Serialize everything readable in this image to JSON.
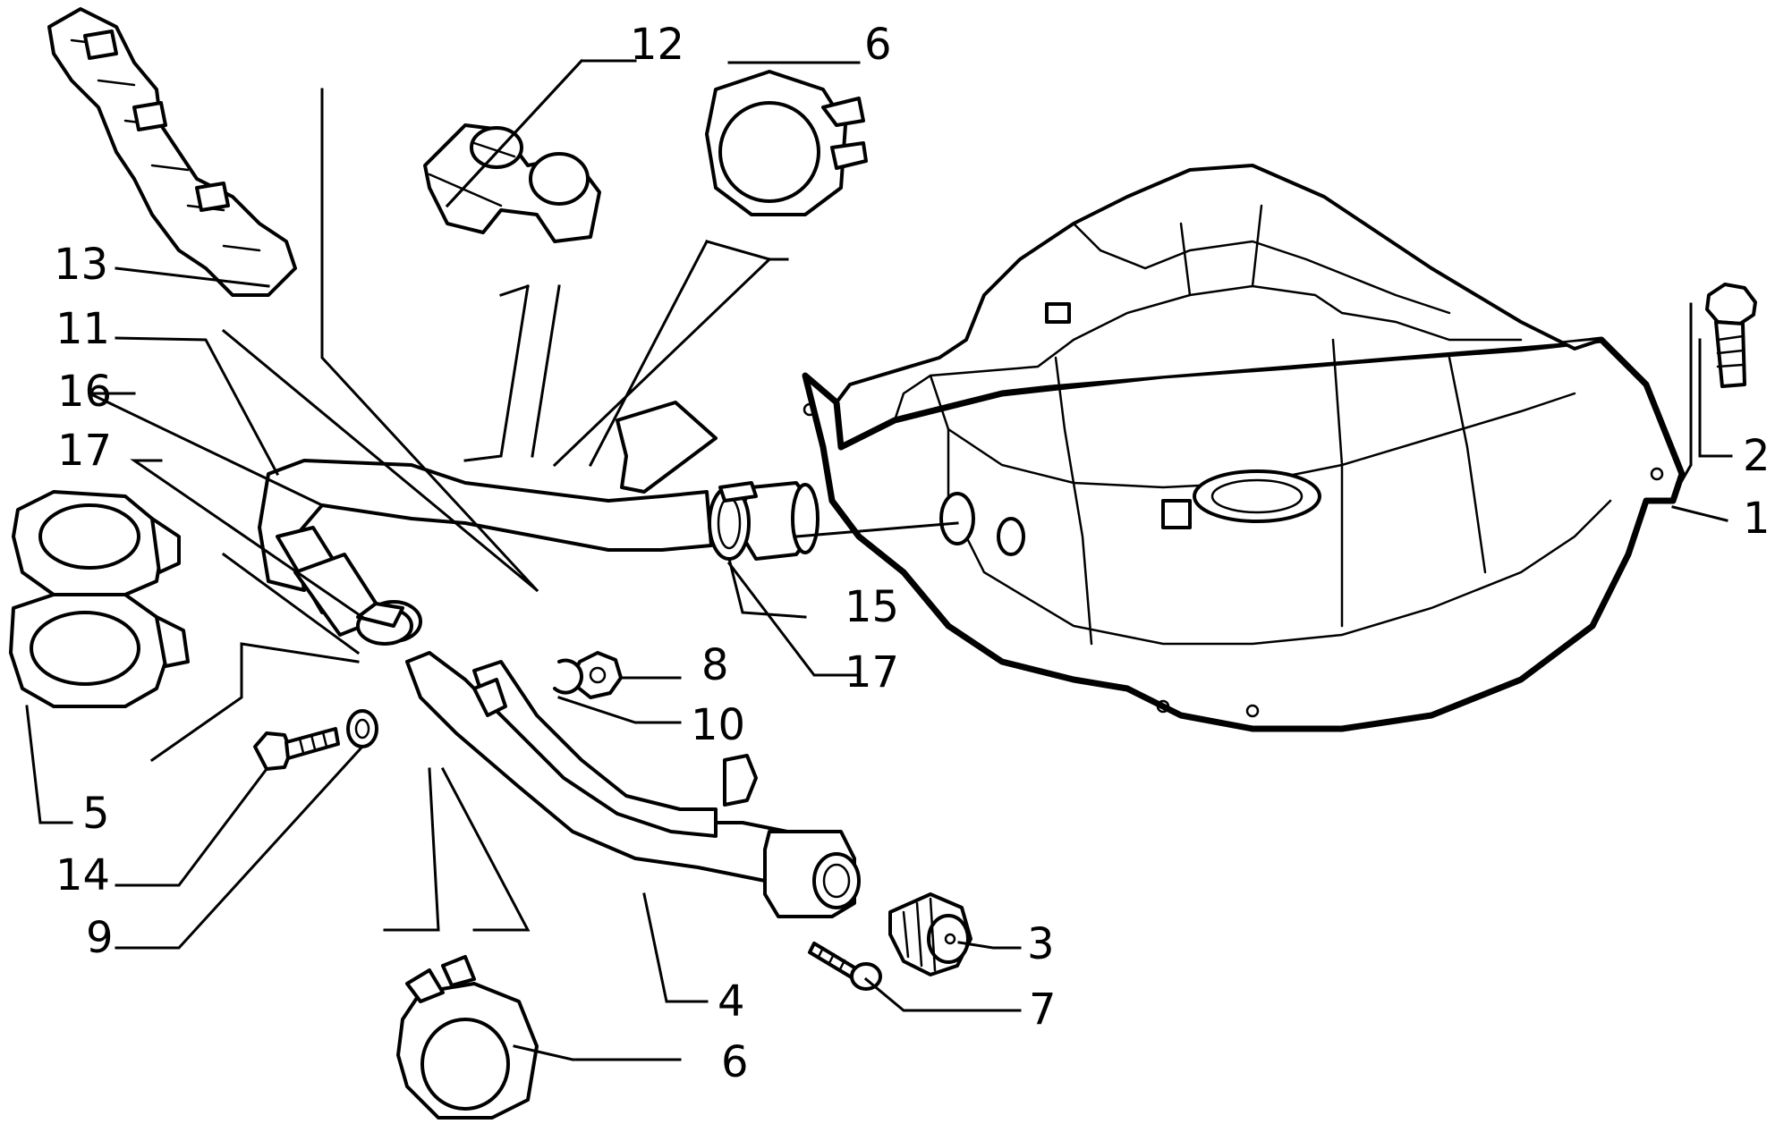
{
  "colors": {
    "line": "#000000",
    "background": "#ffffff"
  },
  "callouts": {
    "c1": "1",
    "c2": "2",
    "c3": "3",
    "c4": "4",
    "c5": "5",
    "c6_top": "6",
    "c6_bottom": "6",
    "c7": "7",
    "c8": "8",
    "c9": "9",
    "c10": "10",
    "c11": "11",
    "c12": "12",
    "c13": "13",
    "c14": "14",
    "c15": "15",
    "c16": "16",
    "c17_left": "17",
    "c17_right": "17"
  }
}
